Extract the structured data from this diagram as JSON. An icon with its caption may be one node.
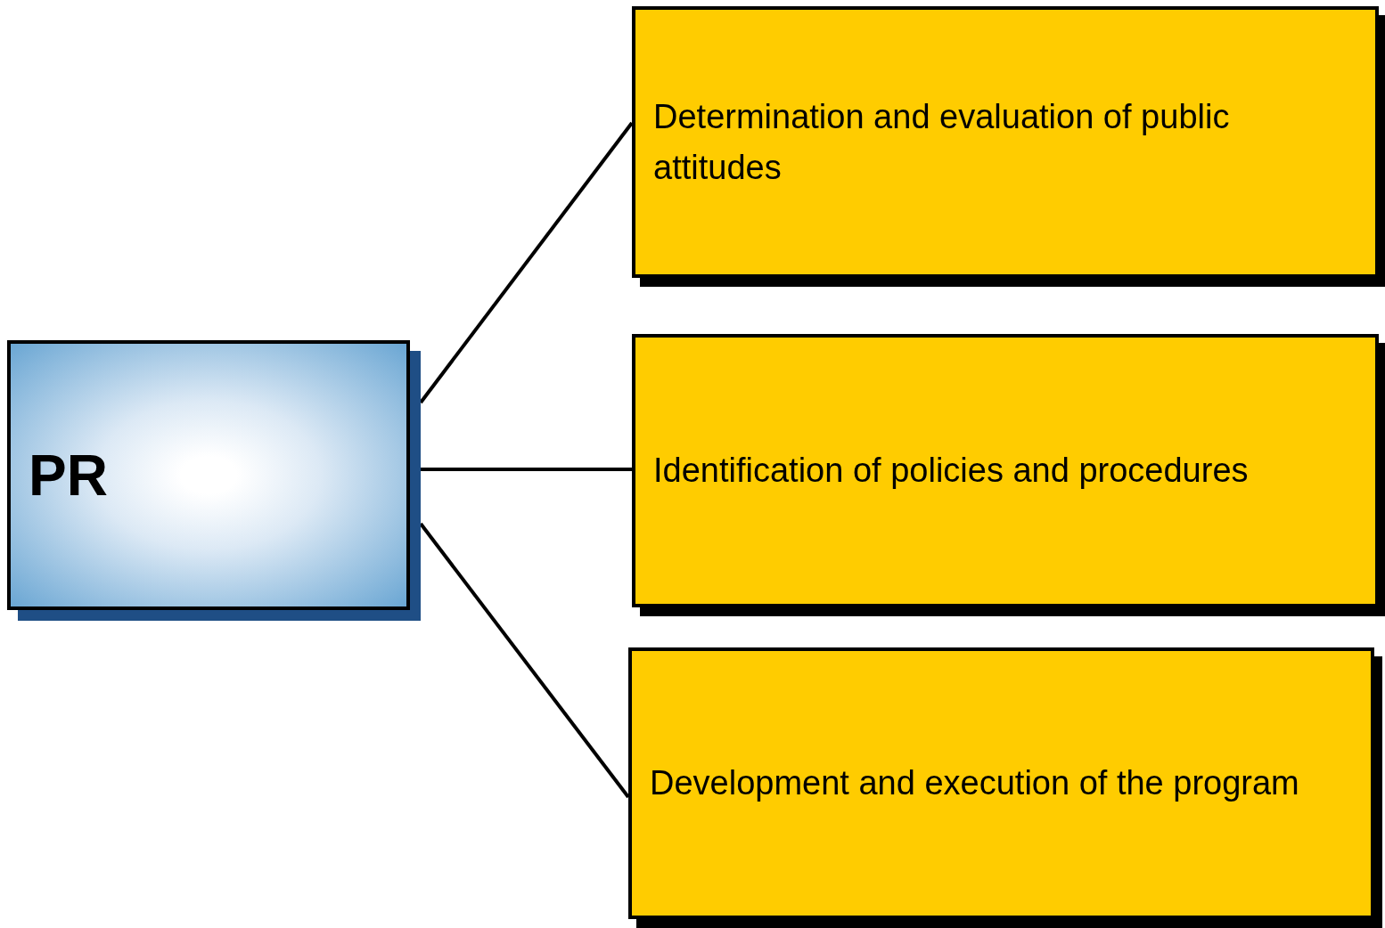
{
  "diagram": {
    "nodes": [
      {
        "text": [
          "PR"
        ]
      },
      {
        "text": [
          "Determination and evaluation of public attitudes"
        ]
      },
      {
        "text": [
          "Identification of policies and procedures"
        ]
      },
      {
        "text": [
          "Development and execution of the program"
        ]
      }
    ],
    "edges": [
      {
        "from": 0,
        "to": 1,
        "arrow": "none"
      },
      {
        "from": 0,
        "to": 2,
        "arrow": "none"
      },
      {
        "from": 0,
        "to": 3,
        "arrow": "none"
      }
    ]
  }
}
